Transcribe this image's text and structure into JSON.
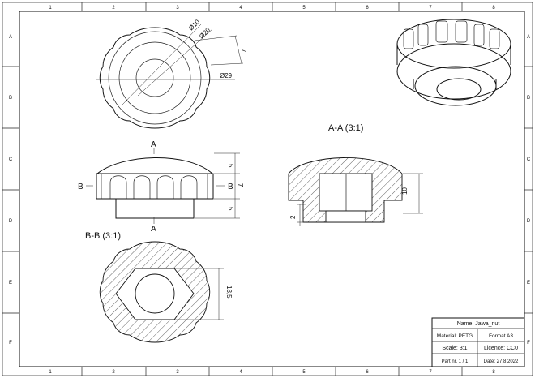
{
  "frame": {
    "columns": [
      "1",
      "2",
      "3",
      "4",
      "5",
      "6",
      "7",
      "8"
    ],
    "rows": [
      "A",
      "B",
      "C",
      "D",
      "E",
      "F"
    ]
  },
  "views": {
    "top": {
      "dim_d10": "Ø10",
      "dim_d20": "Ø20",
      "dim_d29": "Ø29",
      "dim_7": "7"
    },
    "front": {
      "section_a_top": "A",
      "section_a_bottom": "A",
      "section_b_left": "B",
      "section_b_right": "B",
      "dim_5_top": "5",
      "dim_7": "7",
      "dim_5_bottom": "5"
    },
    "section_aa": {
      "title": "A-A (3:1)",
      "dim_10": "10",
      "dim_2": "2"
    },
    "section_bb": {
      "title": "B-B (3:1)",
      "dim_13_5": "13,5"
    }
  },
  "title_block": {
    "name": "Name: Jawa_nut",
    "material": "Material: PETG",
    "format": "Format A3",
    "scale": "Scale: 3:1",
    "licence": "Licence: CC0",
    "part": "Part nr. 1 / 1",
    "date": "Date: 27.8.2022"
  }
}
